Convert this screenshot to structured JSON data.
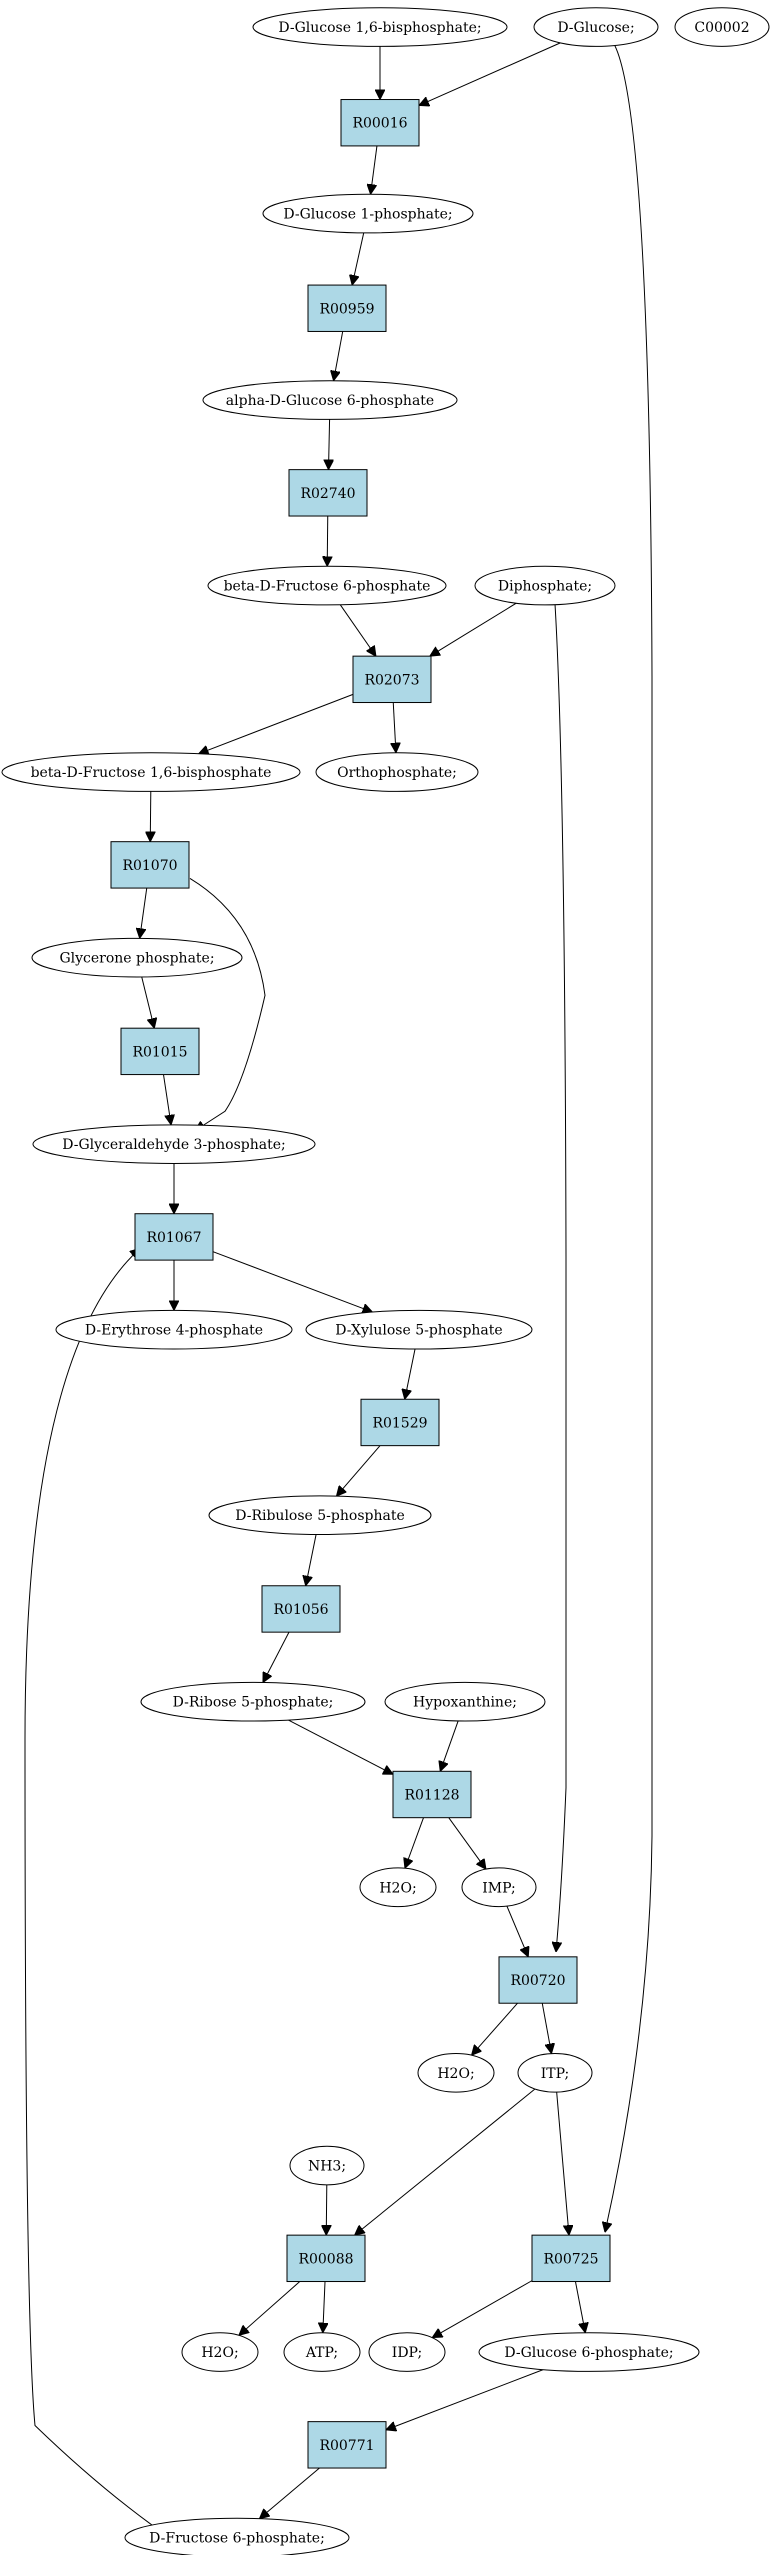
{
  "colors": {
    "reaction_fill": "#add8e6",
    "compound_fill": "#ffffff",
    "start_compound_fill": "#00ff00",
    "marker_compound_fill": "#ffff00",
    "stroke": "#000000"
  },
  "nodes": {
    "glc16bp": {
      "label": "D-Glucose 1,6-bisphosphate;",
      "kind": "compound"
    },
    "glucose": {
      "label": "D-Glucose;",
      "kind": "start"
    },
    "c00002": {
      "label": "C00002",
      "kind": "marker"
    },
    "r00016": {
      "label": "R00016",
      "kind": "reaction"
    },
    "glc1p": {
      "label": "D-Glucose 1-phosphate;",
      "kind": "compound"
    },
    "r00959": {
      "label": "R00959",
      "kind": "reaction"
    },
    "aglc6p": {
      "label": "alpha-D-Glucose 6-phosphate",
      "kind": "compound"
    },
    "r02740": {
      "label": "R02740",
      "kind": "reaction"
    },
    "bfru6p": {
      "label": "beta-D-Fructose 6-phosphate",
      "kind": "compound"
    },
    "diphosphate": {
      "label": "Diphosphate;",
      "kind": "compound"
    },
    "r02073": {
      "label": "R02073",
      "kind": "reaction"
    },
    "bfru16bp": {
      "label": "beta-D-Fructose 1,6-bisphosphate",
      "kind": "compound"
    },
    "orthophosphate": {
      "label": "Orthophosphate;",
      "kind": "compound"
    },
    "r01070": {
      "label": "R01070",
      "kind": "reaction"
    },
    "glycerone": {
      "label": "Glycerone phosphate;",
      "kind": "compound"
    },
    "r01015": {
      "label": "R01015",
      "kind": "reaction"
    },
    "gap": {
      "label": "D-Glyceraldehyde 3-phosphate;",
      "kind": "compound"
    },
    "r01067": {
      "label": "R01067",
      "kind": "reaction"
    },
    "ery4p": {
      "label": "D-Erythrose 4-phosphate",
      "kind": "compound"
    },
    "xyl5p": {
      "label": "D-Xylulose 5-phosphate",
      "kind": "compound"
    },
    "r01529": {
      "label": "R01529",
      "kind": "reaction"
    },
    "rbl5p": {
      "label": "D-Ribulose 5-phosphate",
      "kind": "compound"
    },
    "r01056": {
      "label": "R01056",
      "kind": "reaction"
    },
    "rib5p": {
      "label": "D-Ribose 5-phosphate;",
      "kind": "compound"
    },
    "hypoxanthine": {
      "label": "Hypoxanthine;",
      "kind": "compound"
    },
    "r01128": {
      "label": "R01128",
      "kind": "reaction"
    },
    "h2o_1": {
      "label": "H2O;",
      "kind": "compound"
    },
    "imp": {
      "label": "IMP;",
      "kind": "compound"
    },
    "r00720": {
      "label": "R00720",
      "kind": "reaction"
    },
    "h2o_2": {
      "label": "H2O;",
      "kind": "compound"
    },
    "itp": {
      "label": "ITP;",
      "kind": "compound"
    },
    "nh3": {
      "label": "NH3;",
      "kind": "compound"
    },
    "r00088": {
      "label": "R00088",
      "kind": "reaction"
    },
    "r00725": {
      "label": "R00725",
      "kind": "reaction"
    },
    "h2o_3": {
      "label": "H2O;",
      "kind": "compound"
    },
    "atp": {
      "label": "ATP;",
      "kind": "compound"
    },
    "idp": {
      "label": "IDP;",
      "kind": "compound"
    },
    "glc6p": {
      "label": "D-Glucose 6-phosphate;",
      "kind": "compound"
    },
    "r00771": {
      "label": "R00771",
      "kind": "reaction"
    },
    "fru6p": {
      "label": "D-Fructose 6-phosphate;",
      "kind": "compound"
    }
  },
  "edges": [
    {
      "from": "glc16bp",
      "to": "r00016"
    },
    {
      "from": "glucose",
      "to": "r00016"
    },
    {
      "from": "glucose",
      "to": "r00725"
    },
    {
      "from": "r00016",
      "to": "glc1p"
    },
    {
      "from": "glc1p",
      "to": "r00959"
    },
    {
      "from": "r00959",
      "to": "aglc6p"
    },
    {
      "from": "aglc6p",
      "to": "r02740"
    },
    {
      "from": "r02740",
      "to": "bfru6p"
    },
    {
      "from": "bfru6p",
      "to": "r02073"
    },
    {
      "from": "diphosphate",
      "to": "r02073"
    },
    {
      "from": "diphosphate",
      "to": "r00720"
    },
    {
      "from": "r02073",
      "to": "bfru16bp"
    },
    {
      "from": "r02073",
      "to": "orthophosphate"
    },
    {
      "from": "bfru16bp",
      "to": "r01070"
    },
    {
      "from": "r01070",
      "to": "glycerone"
    },
    {
      "from": "r01070",
      "to": "gap"
    },
    {
      "from": "glycerone",
      "to": "r01015"
    },
    {
      "from": "r01015",
      "to": "gap"
    },
    {
      "from": "gap",
      "to": "r01067"
    },
    {
      "from": "r01067",
      "to": "ery4p"
    },
    {
      "from": "r01067",
      "to": "xyl5p"
    },
    {
      "from": "xyl5p",
      "to": "r01529"
    },
    {
      "from": "r01529",
      "to": "rbl5p"
    },
    {
      "from": "rbl5p",
      "to": "r01056"
    },
    {
      "from": "r01056",
      "to": "rib5p"
    },
    {
      "from": "rib5p",
      "to": "r01128"
    },
    {
      "from": "hypoxanthine",
      "to": "r01128"
    },
    {
      "from": "r01128",
      "to": "h2o_1"
    },
    {
      "from": "r01128",
      "to": "imp"
    },
    {
      "from": "imp",
      "to": "r00720"
    },
    {
      "from": "r00720",
      "to": "h2o_2"
    },
    {
      "from": "r00720",
      "to": "itp"
    },
    {
      "from": "itp",
      "to": "r00088"
    },
    {
      "from": "itp",
      "to": "r00725"
    },
    {
      "from": "nh3",
      "to": "r00088"
    },
    {
      "from": "r00088",
      "to": "h2o_3"
    },
    {
      "from": "r00088",
      "to": "atp"
    },
    {
      "from": "r00725",
      "to": "idp"
    },
    {
      "from": "r00725",
      "to": "glc6p"
    },
    {
      "from": "glc6p",
      "to": "r00771"
    },
    {
      "from": "r00771",
      "to": "fru6p"
    },
    {
      "from": "fru6p",
      "to": "r01067"
    }
  ]
}
